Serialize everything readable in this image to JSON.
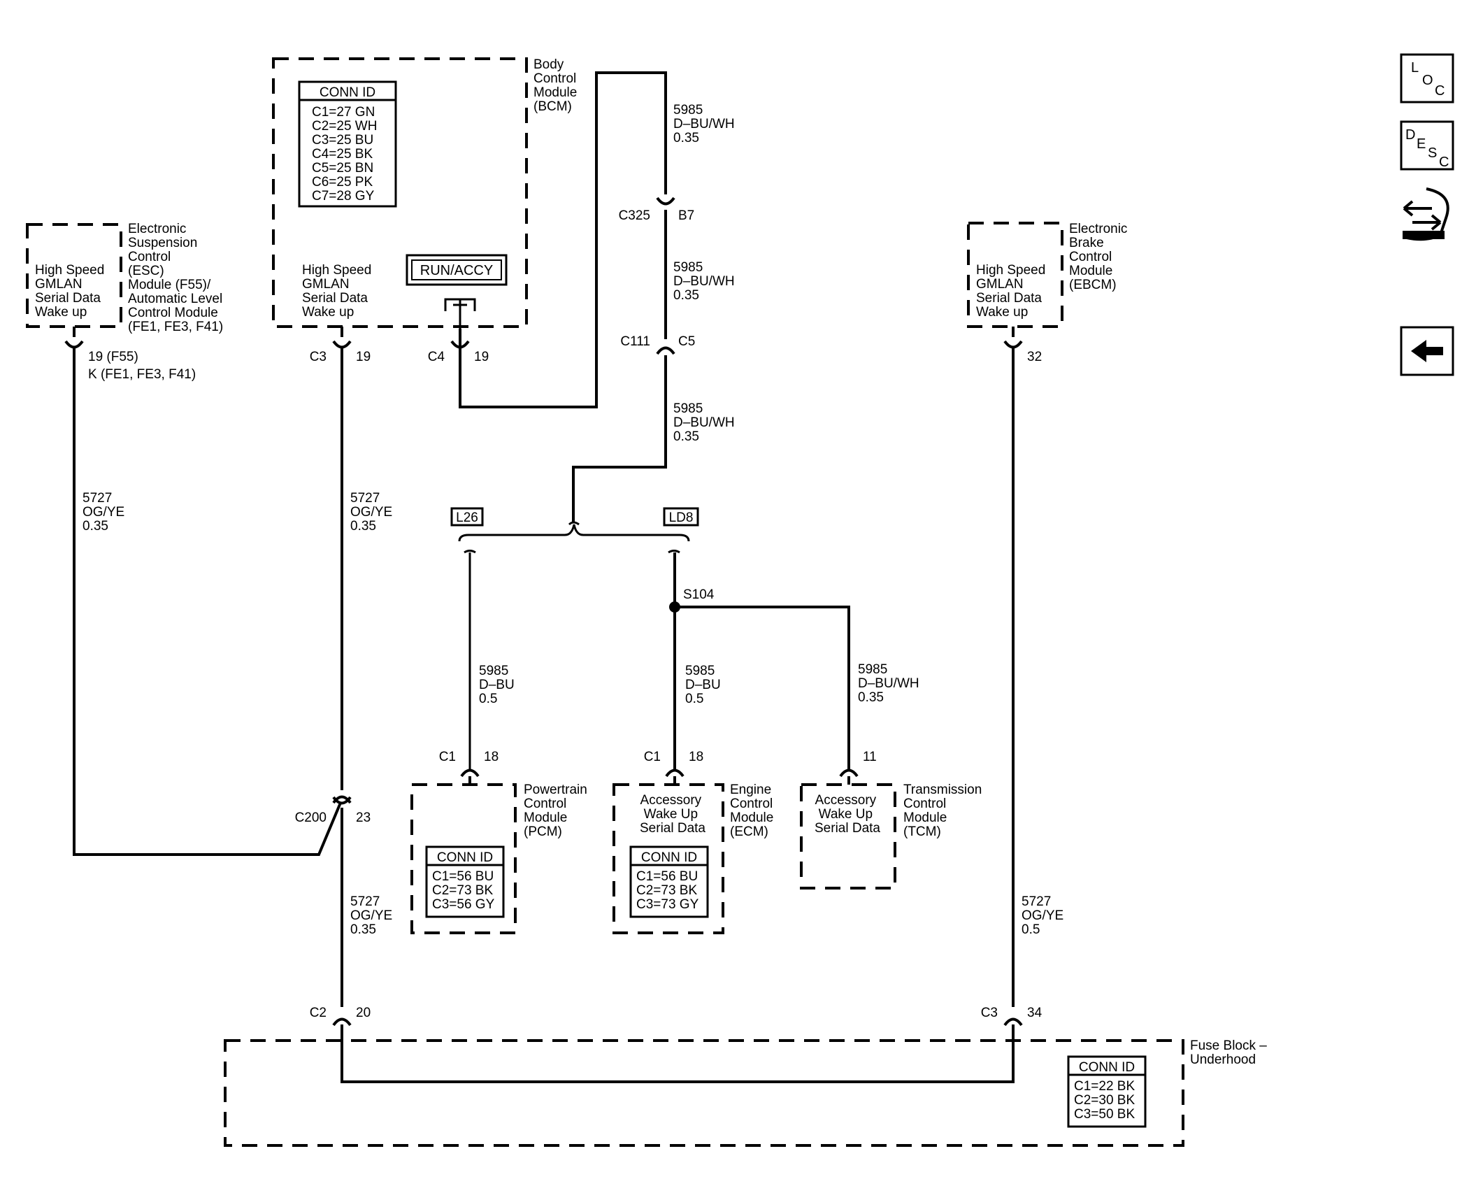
{
  "modules": {
    "bcm": {
      "name": [
        "Body",
        "Control",
        "Module",
        "(BCM)"
      ],
      "conn_header": "CONN ID",
      "conn": [
        "C1=27 GN",
        "C2=25 WH",
        "C3=25 BU",
        "C4=25 BK",
        "C5=25 BN",
        "C6=25 PK",
        "C7=28 GY"
      ],
      "func": [
        "High Speed",
        "GMLAN",
        "Serial Data",
        "Wake up"
      ],
      "switch_label": "RUN/ACCY"
    },
    "esc": {
      "name": [
        "Electronic",
        "Suspension",
        "Control",
        "(ESC)",
        "Module (F55)/",
        "Automatic Level",
        "Control Module",
        "(FE1, FE3, F41)"
      ],
      "func": [
        "High Speed",
        "GMLAN",
        "Serial Data",
        "Wake up"
      ]
    },
    "ebcm": {
      "name": [
        "Electronic",
        "Brake",
        "Control",
        "Module",
        "(EBCM)"
      ],
      "func": [
        "High Speed",
        "GMLAN",
        "Serial Data",
        "Wake up"
      ]
    },
    "pcm": {
      "name": [
        "Powertrain",
        "Control",
        "Module",
        "(PCM)"
      ],
      "conn_header": "CONN ID",
      "conn": [
        "C1=56 BU",
        "C2=73 BK",
        "C3=56 GY"
      ]
    },
    "ecm": {
      "name": [
        "Engine",
        "Control",
        "Module",
        "(ECM)"
      ],
      "func": [
        "Accessory",
        "Wake Up",
        "Serial Data"
      ],
      "conn_header": "CONN ID",
      "conn": [
        "C1=56 BU",
        "C2=73 BK",
        "C3=73 GY"
      ]
    },
    "tcm": {
      "name": [
        "Transmission",
        "Control",
        "Module",
        "(TCM)"
      ],
      "func": [
        "Accessory",
        "Wake Up",
        "Serial Data"
      ]
    },
    "fuse": {
      "name": [
        "Fuse Block –",
        "Underhood"
      ],
      "conn_header": "CONN ID",
      "conn": [
        "C1=22 BK",
        "C2=30 BK",
        "C3=50 BK"
      ]
    }
  },
  "wires": {
    "w1": [
      "5985",
      "D–BU/WH",
      "0.35"
    ],
    "w2": [
      "5985",
      "D–BU/WH",
      "0.35"
    ],
    "w3": [
      "5985",
      "D–BU/WH",
      "0.35"
    ],
    "w_pcm": [
      "5985",
      "D–BU",
      "0.5"
    ],
    "w_ecm": [
      "5985",
      "D–BU",
      "0.5"
    ],
    "w_tcm": [
      "5985",
      "D–BU/WH",
      "0.35"
    ],
    "w_esc": [
      "5727",
      "OG/YE",
      "0.35"
    ],
    "w_bcm": [
      "5727",
      "OG/YE",
      "0.35"
    ],
    "w_lower": [
      "5727",
      "OG/YE",
      "0.35"
    ],
    "w_ebcm": [
      "5727",
      "OG/YE",
      "0.5"
    ]
  },
  "connectors": {
    "c325": "C325",
    "b7": "B7",
    "c111": "C111",
    "c5": "C5",
    "c3_bcm": "C3",
    "p19_bcm": "19",
    "c4_bcm": "C4",
    "p19_c4": "19",
    "esc_pin": [
      "19 (F55)",
      "K (FE1, FE3, F41)"
    ],
    "ebcm_pin": "32",
    "c200": "C200",
    "p23": "23",
    "c1_pcm": "C1",
    "p18_pcm": "18",
    "c1_ecm": "C1",
    "p18_ecm": "18",
    "p11_tcm": "11",
    "c2_fuse": "C2",
    "p20": "20",
    "c3_fuse": "C3",
    "p34": "34",
    "s104": "S104"
  },
  "options": {
    "l26": "L26",
    "ld8": "LD8"
  },
  "nav": {
    "loc": {
      "a": "L",
      "b": "O",
      "c": "C"
    },
    "desc": {
      "a": "D",
      "b": "E",
      "c": "S",
      "d": "C"
    }
  }
}
